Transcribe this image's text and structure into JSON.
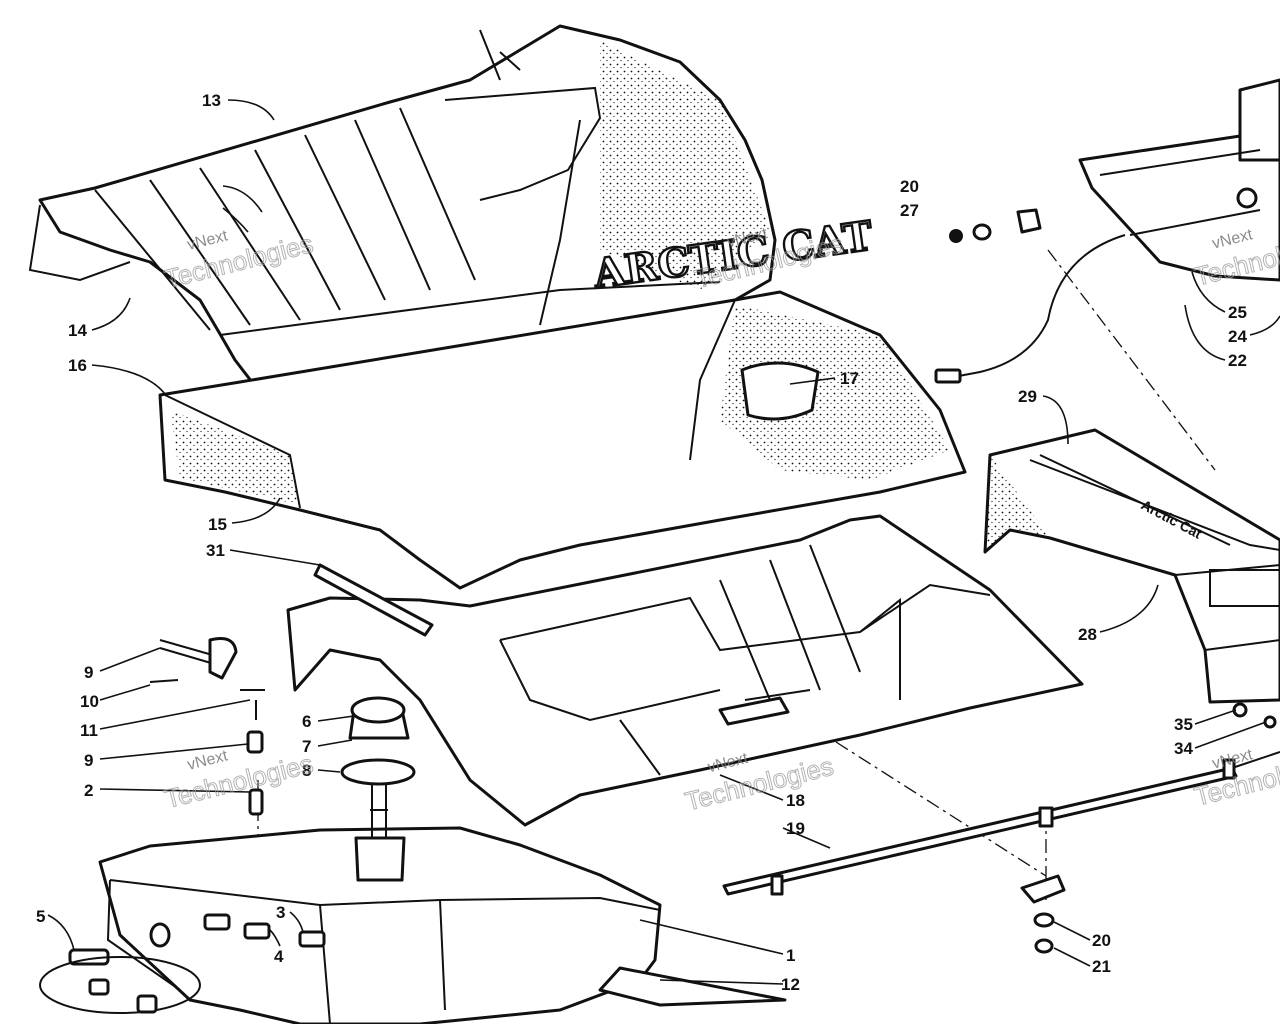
{
  "diagram": {
    "brand_text": "ARCTIC CAT",
    "decal_text": "Arctic Cat",
    "watermark": {
      "line1": "vNext",
      "line2": "Technologies"
    },
    "callouts": [
      "13",
      "14",
      "16",
      "17",
      "15",
      "31",
      "20",
      "27",
      "25",
      "24",
      "22",
      "29",
      "28",
      "9",
      "10",
      "11",
      "6",
      "7",
      "8",
      "9",
      "2",
      "5",
      "3",
      "4",
      "1",
      "12",
      "18",
      "19",
      "35",
      "34",
      "20",
      "21"
    ]
  }
}
